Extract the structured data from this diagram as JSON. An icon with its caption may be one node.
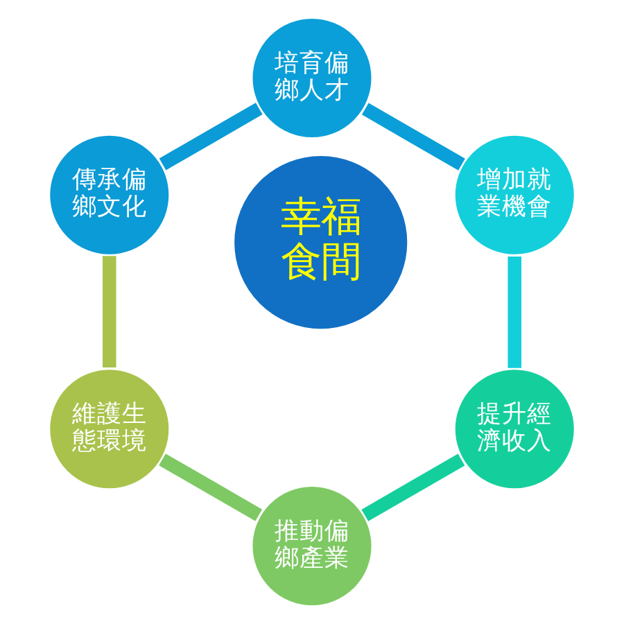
{
  "diagram": {
    "nodes": [
      {
        "text": [
          "幸福食間"
        ]
      },
      {
        "text": [
          "培育偏鄉人才"
        ]
      },
      {
        "text": [
          "增加就業機會"
        ]
      },
      {
        "text": [
          "提升經濟收入"
        ]
      },
      {
        "text": [
          "推動偏鄉產業"
        ]
      },
      {
        "text": [
          "維護生態環境"
        ]
      },
      {
        "text": [
          "傳承偏鄉文化"
        ]
      }
    ],
    "edges": [
      {
        "from": 1,
        "to": 2,
        "arrow": "none",
        "color": "#0a9fd8"
      },
      {
        "from": 2,
        "to": 3,
        "arrow": "none",
        "color": "#13cfdb"
      },
      {
        "from": 3,
        "to": 4,
        "arrow": "none",
        "color": "#14cf9c"
      },
      {
        "from": 4,
        "to": 5,
        "arrow": "none",
        "color": "#7ec963"
      },
      {
        "from": 5,
        "to": 6,
        "arrow": "none",
        "color": "#a9c24b"
      },
      {
        "from": 6,
        "to": 1,
        "arrow": "none",
        "color": "#0b9bd6"
      }
    ]
  }
}
